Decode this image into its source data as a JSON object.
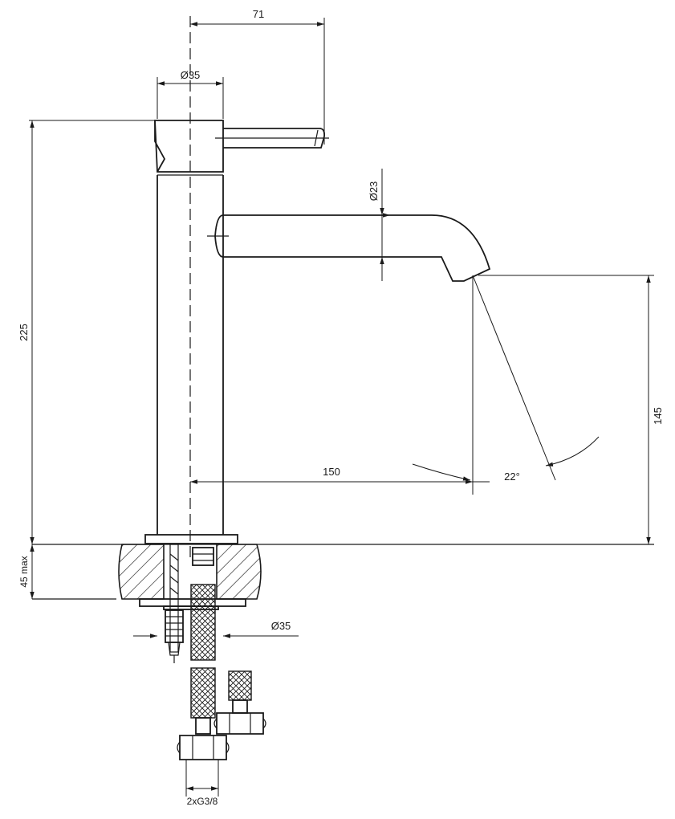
{
  "dimensions": {
    "lever_reach": "71",
    "body_diameter_top": "Ø35",
    "spout_diameter": "Ø23",
    "total_height": "225",
    "spout_height": "145",
    "spout_reach": "150",
    "spout_angle": "22°",
    "counter_thickness": "45 max",
    "base_diameter": "Ø35",
    "connection_thread": "2xG3/8"
  },
  "colors": {
    "line": "#1a1a1a",
    "background": "#ffffff"
  }
}
